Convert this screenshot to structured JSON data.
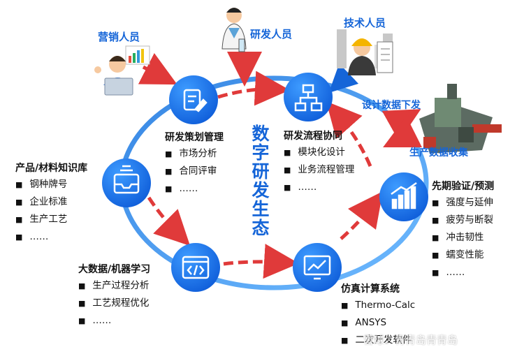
{
  "center_label": "数字研发生态",
  "roles": {
    "marketing": "营销人员",
    "rnd": "研发人员",
    "technical": "技术人员"
  },
  "flows": {
    "design_down": "设计数据下发",
    "production_collect": "生产数据收集"
  },
  "nodes": {
    "planning": {
      "title": "研发策划管理",
      "items": [
        "市场分析",
        "合同评审",
        "……"
      ]
    },
    "process": {
      "title": "研发流程协同",
      "items": [
        "模块化设计",
        "业务流程管理",
        "……"
      ]
    },
    "knowledge": {
      "title": "产品/材料知识库",
      "items": [
        "钢种牌号",
        "企业标准",
        "生产工艺",
        "……"
      ]
    },
    "verification": {
      "title": "先期验证/预测",
      "items": [
        "强度与延伸",
        "疲劳与断裂",
        "冲击韧性",
        "蠕变性能",
        "……"
      ]
    },
    "bigdata": {
      "title": "大数据/机器学习",
      "items": [
        "生产过程分析",
        "工艺规程优化",
        "……"
      ]
    },
    "simulation": {
      "title": "仿真计算系统",
      "items": [
        "Thermo-Calc",
        "ANSYS",
        "二次开发软件"
      ]
    }
  },
  "watermark": "雪球：青青岛青青岛",
  "colors": {
    "accent": "#1565d8",
    "arrow": "#e03a3a",
    "ring": "#2f86e6"
  }
}
